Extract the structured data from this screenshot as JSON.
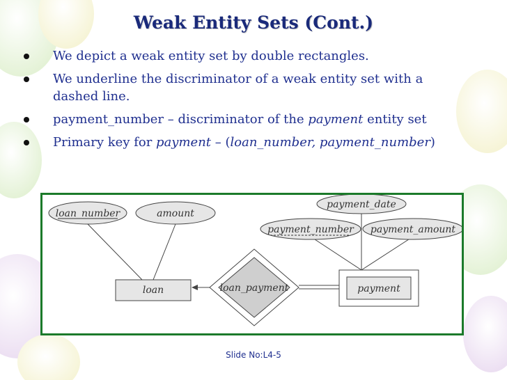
{
  "slide": {
    "title": "Weak Entity Sets (Cont.)",
    "bullets": [
      {
        "text": "We depict a weak entity set by double rectangles."
      },
      {
        "text": "We underline the discriminator of a weak entity set with a dashed line."
      },
      {
        "pre": "payment_number – discriminator of the ",
        "em": "payment",
        "post": " entity set"
      },
      {
        "pre": "Primary key for ",
        "em": "payment",
        "mid": " – (",
        "em2": "loan_number, payment_number",
        "post": ")"
      }
    ],
    "footer": "Slide No:L4-5"
  },
  "diagram": {
    "entities": {
      "loan": "loan",
      "payment": "payment"
    },
    "relationship": "loan_payment",
    "attributes": {
      "loan_number": "loan_number",
      "amount": "amount",
      "payment_date": "payment_date",
      "payment_number": "payment_number",
      "payment_amount": "payment_amount"
    }
  }
}
